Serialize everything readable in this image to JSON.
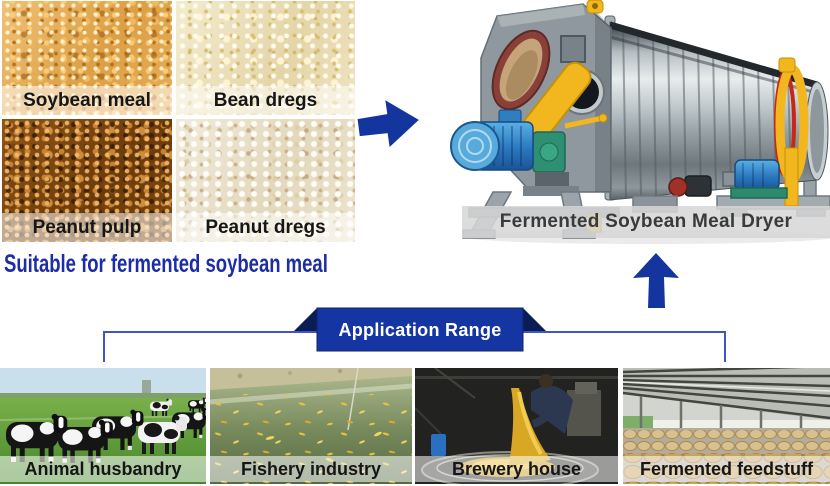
{
  "colors": {
    "accent_blue": "#14349e",
    "banner_blue": "#1536a2",
    "banner_fold": "#0a1e55",
    "connector_blue": "#4056be",
    "caption_blue": "#1c2da6"
  },
  "materials": {
    "items": [
      {
        "label": "Soybean meal"
      },
      {
        "label": "Bean dregs"
      },
      {
        "label": "Peanut pulp"
      },
      {
        "label": "Peanut dregs"
      }
    ]
  },
  "flow": {
    "right_arrow_icon": "arrow-right",
    "up_arrow_icon": "arrow-up"
  },
  "machine": {
    "name": "Fermented Soybean Meal Dryer"
  },
  "caption": {
    "text": "Suitable for fermented soybean meal"
  },
  "application": {
    "banner_label": "Application Range",
    "items": [
      {
        "label": "Animal husbandry"
      },
      {
        "label": "Fishery industry"
      },
      {
        "label": "Brewery house"
      },
      {
        "label": "Fermented feedstuff"
      }
    ]
  }
}
